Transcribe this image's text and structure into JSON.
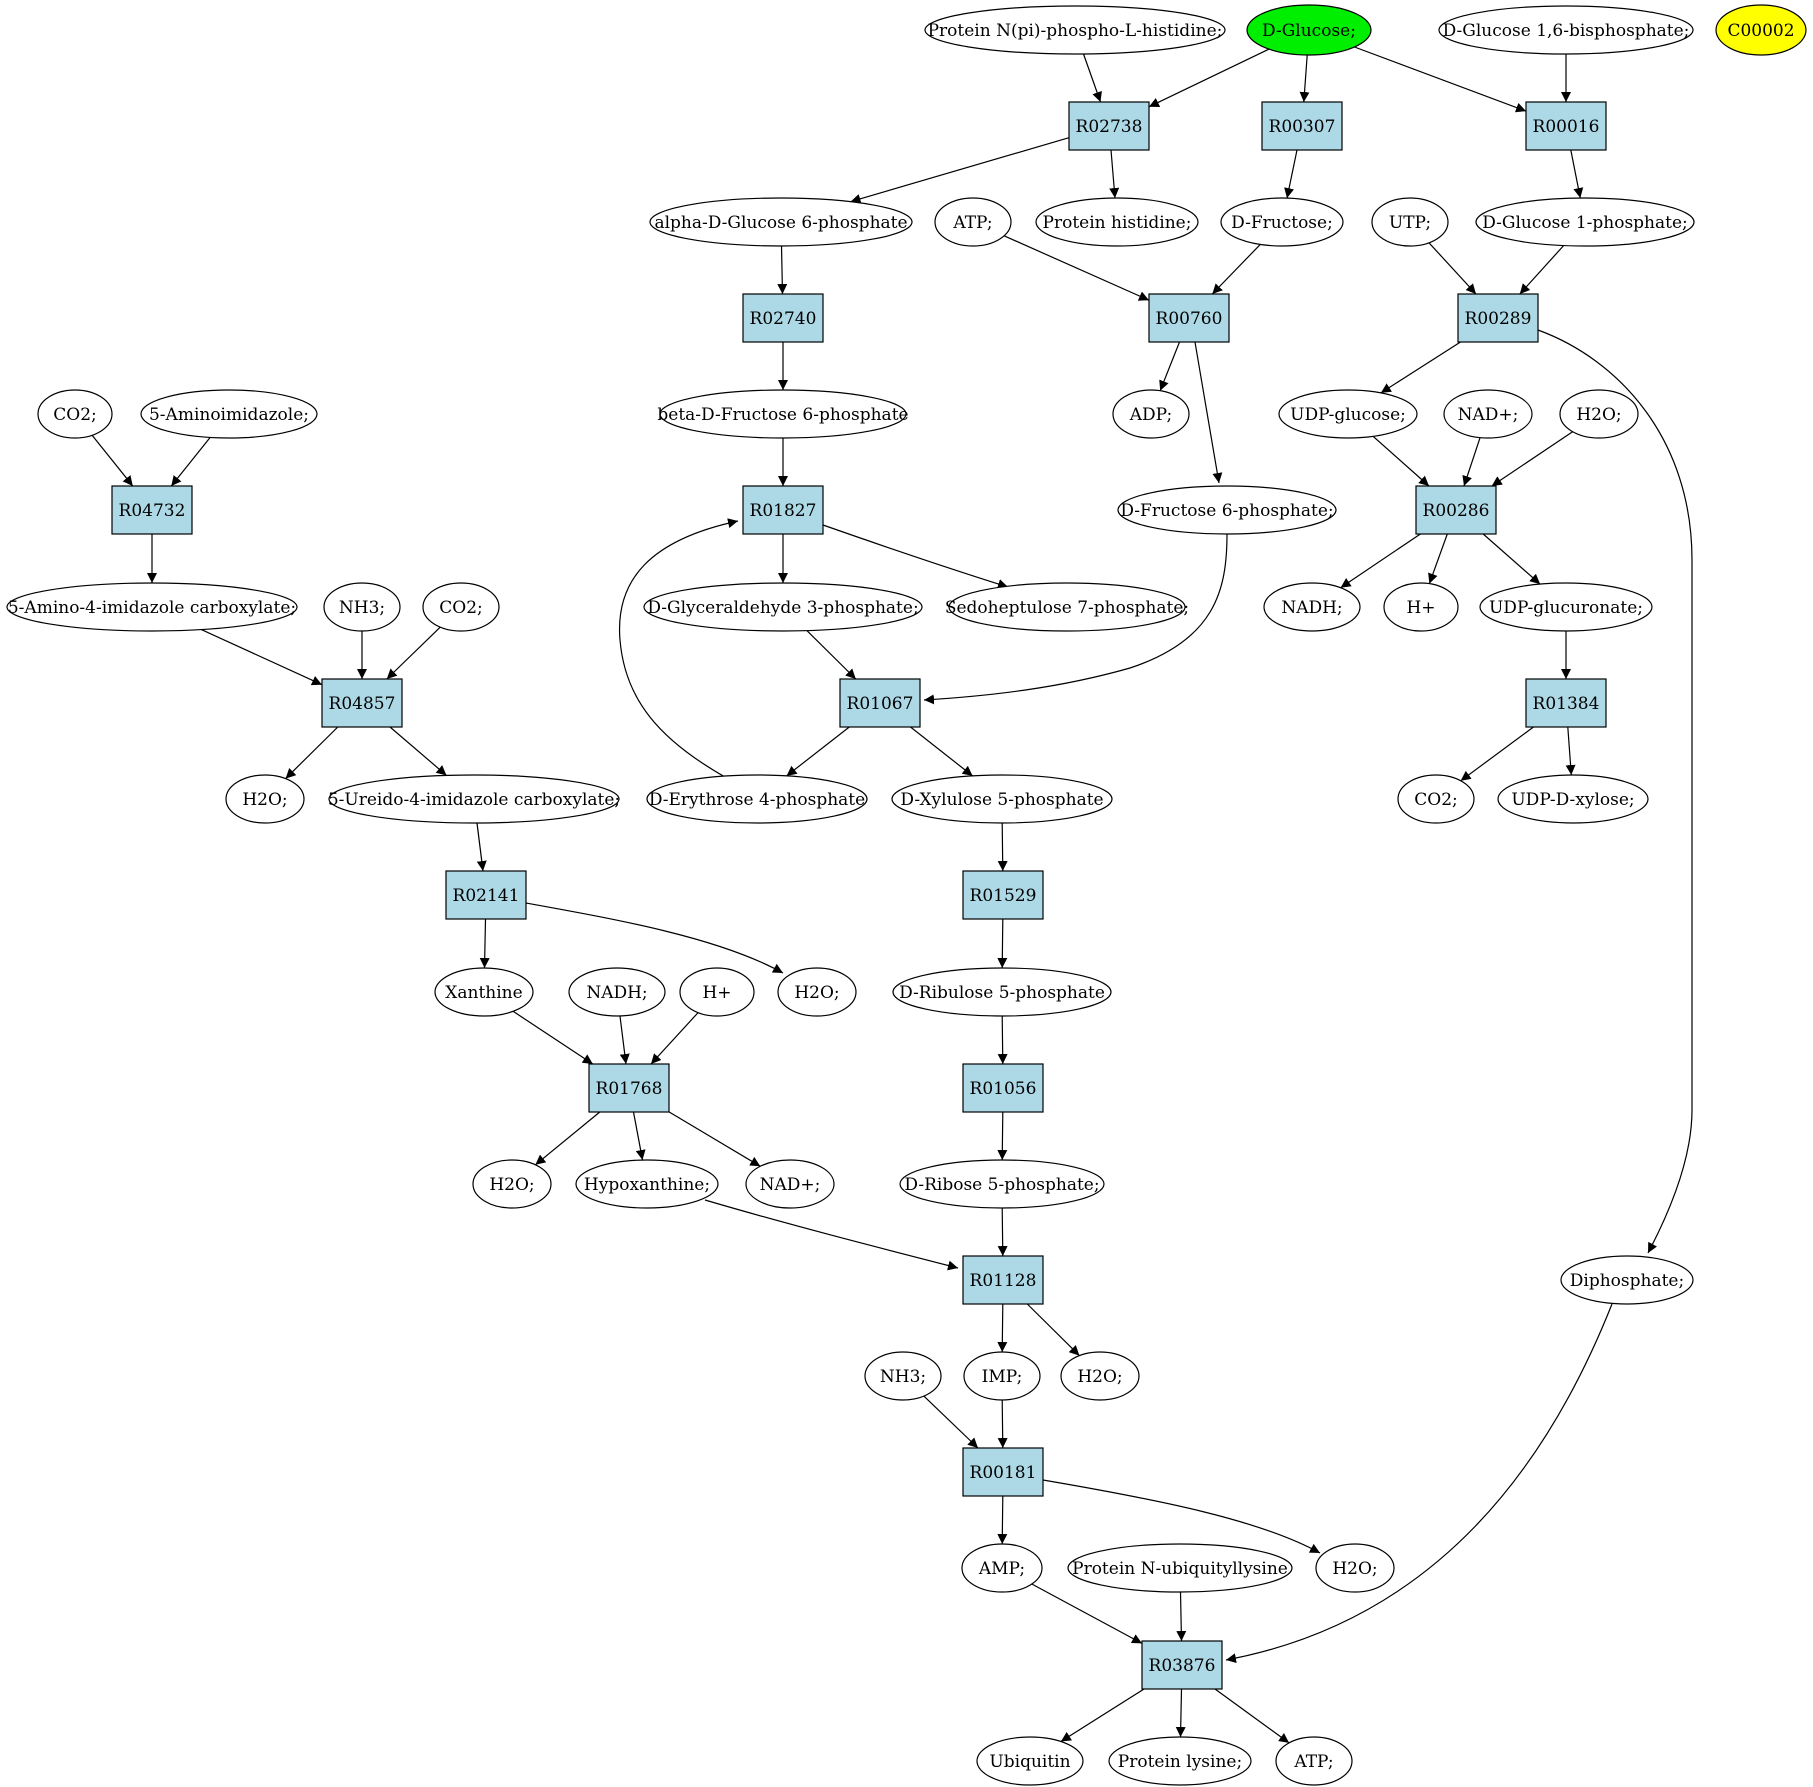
{
  "compounds": [
    {
      "id": "protein_nph",
      "label": "Protein N(pi)-phospho-L-histidine;"
    },
    {
      "id": "dglucose",
      "label": "D-Glucose;",
      "fill": "#00ee00"
    },
    {
      "id": "dg16bp",
      "label": "D-Glucose 1,6-bisphosphate;"
    },
    {
      "id": "c00002",
      "label": "C00002",
      "fill": "#ffff00"
    },
    {
      "id": "ag6p",
      "label": "alpha-D-Glucose 6-phosphate"
    },
    {
      "id": "prot_his",
      "label": "Protein histidine;"
    },
    {
      "id": "atp1",
      "label": "ATP;"
    },
    {
      "id": "dfructose",
      "label": "D-Fructose;"
    },
    {
      "id": "utp",
      "label": "UTP;"
    },
    {
      "id": "dg1p",
      "label": "D-Glucose 1-phosphate;"
    },
    {
      "id": "bf6p",
      "label": "beta-D-Fructose 6-phosphate"
    },
    {
      "id": "adp",
      "label": "ADP;"
    },
    {
      "id": "udpglc",
      "label": "UDP-glucose;"
    },
    {
      "id": "nadp1",
      "label": "NAD+;"
    },
    {
      "id": "h2o_a",
      "label": "H2O;"
    },
    {
      "id": "co2_a",
      "label": "CO2;"
    },
    {
      "id": "aminoimid",
      "label": "5-Aminoimidazole;"
    },
    {
      "id": "df6p",
      "label": "D-Fructose 6-phosphate;"
    },
    {
      "id": "aic",
      "label": "5-Amino-4-imidazole carboxylate;"
    },
    {
      "id": "nh3_a",
      "label": "NH3;"
    },
    {
      "id": "co2_b",
      "label": "CO2;"
    },
    {
      "id": "g3p",
      "label": "D-Glyceraldehyde 3-phosphate;"
    },
    {
      "id": "s7p",
      "label": "Sedoheptulose 7-phosphate;"
    },
    {
      "id": "nadh_a",
      "label": "NADH;"
    },
    {
      "id": "hplus_a",
      "label": "H+"
    },
    {
      "id": "udpglcA",
      "label": "UDP-glucuronate;"
    },
    {
      "id": "h2o_b",
      "label": "H2O;"
    },
    {
      "id": "uic",
      "label": "5-Ureido-4-imidazole carboxylate;"
    },
    {
      "id": "e4p",
      "label": "D-Erythrose 4-phosphate"
    },
    {
      "id": "x5p",
      "label": "D-Xylulose 5-phosphate"
    },
    {
      "id": "co2_c",
      "label": "CO2;"
    },
    {
      "id": "udpxyl",
      "label": "UDP-D-xylose;"
    },
    {
      "id": "xanthine",
      "label": "Xanthine"
    },
    {
      "id": "nadh_b",
      "label": "NADH;"
    },
    {
      "id": "hplus_b",
      "label": "H+"
    },
    {
      "id": "h2o_c",
      "label": "H2O;"
    },
    {
      "id": "ru5p",
      "label": "D-Ribulose 5-phosphate"
    },
    {
      "id": "h2o_d",
      "label": "H2O;"
    },
    {
      "id": "hypox",
      "label": "Hypoxanthine;"
    },
    {
      "id": "nadp2",
      "label": "NAD+;"
    },
    {
      "id": "r5p",
      "label": "D-Ribose 5-phosphate;"
    },
    {
      "id": "diphos",
      "label": "Diphosphate;"
    },
    {
      "id": "nh3_b",
      "label": "NH3;"
    },
    {
      "id": "imp",
      "label": "IMP;"
    },
    {
      "id": "h2o_e",
      "label": "H2O;"
    },
    {
      "id": "amp",
      "label": "AMP;"
    },
    {
      "id": "prot_ub",
      "label": "Protein N-ubiquityllysine"
    },
    {
      "id": "h2o_f",
      "label": "H2O;"
    },
    {
      "id": "ubiquitin",
      "label": "Ubiquitin"
    },
    {
      "id": "prot_lys",
      "label": "Protein lysine;"
    },
    {
      "id": "atp2",
      "label": "ATP;"
    }
  ],
  "reactions": [
    {
      "id": "R02738",
      "label": "R02738"
    },
    {
      "id": "R00307",
      "label": "R00307"
    },
    {
      "id": "R00016",
      "label": "R00016"
    },
    {
      "id": "R02740",
      "label": "R02740"
    },
    {
      "id": "R00760",
      "label": "R00760"
    },
    {
      "id": "R00289",
      "label": "R00289"
    },
    {
      "id": "R04732",
      "label": "R04732"
    },
    {
      "id": "R01827",
      "label": "R01827"
    },
    {
      "id": "R00286",
      "label": "R00286"
    },
    {
      "id": "R04857",
      "label": "R04857"
    },
    {
      "id": "R01067",
      "label": "R01067"
    },
    {
      "id": "R01384",
      "label": "R01384"
    },
    {
      "id": "R02141",
      "label": "R02141"
    },
    {
      "id": "R01529",
      "label": "R01529"
    },
    {
      "id": "R01768",
      "label": "R01768"
    },
    {
      "id": "R01056",
      "label": "R01056"
    },
    {
      "id": "R01128",
      "label": "R01128"
    },
    {
      "id": "R00181",
      "label": "R00181"
    },
    {
      "id": "R03876",
      "label": "R03876"
    }
  ],
  "edges": [
    [
      "protein_nph",
      "R02738"
    ],
    [
      "dglucose",
      "R02738"
    ],
    [
      "dglucose",
      "R00307"
    ],
    [
      "dglucose",
      "R00016"
    ],
    [
      "dg16bp",
      "R00016"
    ],
    [
      "R02738",
      "ag6p"
    ],
    [
      "R02738",
      "prot_his"
    ],
    [
      "R00307",
      "dfructose"
    ],
    [
      "R00016",
      "dg1p"
    ],
    [
      "ag6p",
      "R02740"
    ],
    [
      "atp1",
      "R00760"
    ],
    [
      "dfructose",
      "R00760"
    ],
    [
      "utp",
      "R00289"
    ],
    [
      "dg1p",
      "R00289"
    ],
    [
      "R02740",
      "bf6p"
    ],
    [
      "R00760",
      "adp"
    ],
    [
      "R00760",
      "df6p"
    ],
    [
      "R00289",
      "udpglc"
    ],
    [
      "R00289",
      "diphos"
    ],
    [
      "co2_a",
      "R04732"
    ],
    [
      "aminoimid",
      "R04732"
    ],
    [
      "bf6p",
      "R01827"
    ],
    [
      "udpglc",
      "R00286"
    ],
    [
      "nadp1",
      "R00286"
    ],
    [
      "h2o_a",
      "R00286"
    ],
    [
      "R04732",
      "aic"
    ],
    [
      "R01827",
      "g3p"
    ],
    [
      "R01827",
      "s7p"
    ],
    [
      "R00286",
      "nadh_a"
    ],
    [
      "R00286",
      "hplus_a"
    ],
    [
      "R00286",
      "udpglcA"
    ],
    [
      "aic",
      "R04857"
    ],
    [
      "nh3_a",
      "R04857"
    ],
    [
      "co2_b",
      "R04857"
    ],
    [
      "g3p",
      "R01067"
    ],
    [
      "df6p",
      "R01067"
    ],
    [
      "udpglcA",
      "R01384"
    ],
    [
      "R04857",
      "h2o_b"
    ],
    [
      "R04857",
      "uic"
    ],
    [
      "R01067",
      "e4p"
    ],
    [
      "R01067",
      "x5p"
    ],
    [
      "e4p",
      "R01827"
    ],
    [
      "R01384",
      "co2_c"
    ],
    [
      "R01384",
      "udpxyl"
    ],
    [
      "uic",
      "R02141"
    ],
    [
      "x5p",
      "R01529"
    ],
    [
      "R02141",
      "xanthine"
    ],
    [
      "R02141",
      "h2o_c"
    ],
    [
      "R01529",
      "ru5p"
    ],
    [
      "xanthine",
      "R01768"
    ],
    [
      "nadh_b",
      "R01768"
    ],
    [
      "hplus_b",
      "R01768"
    ],
    [
      "ru5p",
      "R01056"
    ],
    [
      "R01768",
      "h2o_d"
    ],
    [
      "R01768",
      "hypox"
    ],
    [
      "R01768",
      "nadp2"
    ],
    [
      "R01056",
      "r5p"
    ],
    [
      "hypox",
      "R01128"
    ],
    [
      "r5p",
      "R01128"
    ],
    [
      "R01128",
      "imp"
    ],
    [
      "R01128",
      "h2o_e"
    ],
    [
      "nh3_b",
      "R00181"
    ],
    [
      "imp",
      "R00181"
    ],
    [
      "R00181",
      "amp"
    ],
    [
      "R00181",
      "h2o_f"
    ],
    [
      "amp",
      "R03876"
    ],
    [
      "prot_ub",
      "R03876"
    ],
    [
      "diphos",
      "R03876"
    ],
    [
      "R03876",
      "ubiquitin"
    ],
    [
      "R03876",
      "prot_lys"
    ],
    [
      "R03876",
      "atp2"
    ]
  ]
}
